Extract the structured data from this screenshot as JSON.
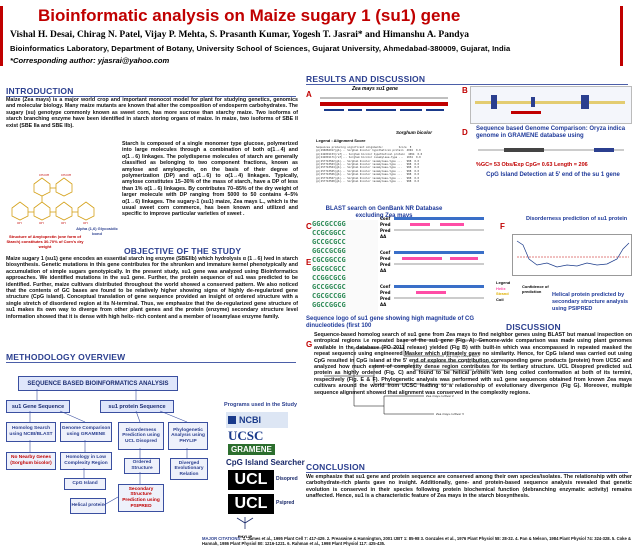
{
  "header": {
    "title": "Bioinformatic analysis on Maize sugary 1 (su1) gene",
    "authors": "Vishal H. Desai, Chirag N. Patel, Vijay P. Mehta, S. Prasanth Kumar, Yogesh T. Jasrai* and Himanshu A. Pandya",
    "affiliation": "Bioinformatics Laboratory, Department of Botany, University School of Sciences, Gujarat University, Ahmedabad-380009, Gujarat, India",
    "corresponding": "*Corresponding author: yjasrai@yahoo.com"
  },
  "introduction": {
    "heading": "INTRODUCTION",
    "para1": "Maize (Zea mays) is a major world crop and important monocot model for plant for studying genetics, genomics and molecular biology. Many maize mutants are known that alter the composition of endosperm carbohydrates. The sugary (su) genotype commonly known as sweet corn, has more sucrose than starchy maize. Two isoforms of starch branching enzyme have been identified in starch storing organs of maize. In maize, two isoforms of SBE II exist (SBE IIa and SBE IIb).",
    "para2": "Starch is composed of a single monomer type glucose, polymerized into large molecules through a combination of both α(1→4) and α(1→6) linkages. The polydisperse molecules of starch are generally classified as belonging to two component fractions, known as amylose and amylopectin, on the basis of their degree of polymerization (DP) and α(1→6) to α(1→4) linkages. Typically, amylose constitutes 15–30% of the mass of starch, have a DP of less than 1% α(1→6) linkages. By contributes 70–85% of the dry weight of larger molecule with DP ranging from 5000 to 50 contains 4–5% α(1→6) linkages. The sugary-1 (su1) maize, Zea mays L., which is the usual sweet corn commerce, has been known and utilized and specific to improve particular varieties of sweet .",
    "fig_caption1": "Structure of Amylopectin (one form of Starch) constitutes 30-70% of Corn's dry weight",
    "fig_caption2": "Alpha (1,6) Glycosidic bond"
  },
  "objective": {
    "heading": "OBJECTIVE OF THE STUDY",
    "para": "Maize sugary 1 (su1) gene encodes an essential starch ing enzyme (SBEIIb) which hydrolysis α (1→6) lved in starch biosynthesis. Genetic mutations in this gene contributes for the shrunken and immature kernel phenotypically and accumulation of simple sugars genotypically. In the present study, su1 gene was analyzed using Bioinformatics approaches. We identified mutations in the su1 gene. Further, the protein sequence of su1 was predicted to be identified. Further, maize cultivars distributed throughout the world showed a conserved pattern. We also noticed that the contents of GC bases are found to be relatively higher showing signs of highly de-regularized gene structure (CpG island). Conceptual translation of gene sequence provided an insight of ordered structure with a single stretch of disordered region at its N-terminal. Thus, we emphasize that the de-regularized gene structure of su1 makes its own way to diverge from other plant genes and the protein (enzyme) secondary structure level information showed that it is dense with high helix- rich content and a member of isoamylase enzyme family."
  },
  "methodology": {
    "heading": "METHODOLOGY OVERVIEW",
    "main_box": "SEQUENCE BASED BIOINFORMATICS ANALYSIS",
    "gene_seq": "su1 Gene Sequence",
    "protein_seq": "su1 protein Sequence",
    "homolog": "Homolog Search using NCBI/BLAST",
    "genome_comp": "Genome Comparison using GRAMENE",
    "no_gene": "No Nearby Genes (Sorghum bicolor)",
    "homology_low": "Homology in Low Complexity Region",
    "cpg": "CpG Island",
    "disorder": "Disorderness Prediction using UCL Disopred",
    "phylo": "Phylogenetic Analysis using PHYLIP",
    "ordered": "Ordered Structure",
    "diverged": "Diverged Evolutionary Relation",
    "helical": "Helical protein",
    "secondary": "Secondary Structure Prediction using PSIPRED",
    "programs_title": "Programs used in the Study",
    "logo_ncbi": "NCBI",
    "logo_ucsc": "UCSC",
    "logo_gramene": "GRAMENE",
    "logo_cpg": "CpG Island Searcher",
    "logo_disopred": "Disopred",
    "logo_psipred": "Psipred",
    "logo_phylip": "PHYLIP"
  },
  "results": {
    "heading": "RESULTS AND DISCUSSION",
    "label_a": "A",
    "label_b": "B",
    "label_c": "C",
    "label_d": "D",
    "label_e": "E",
    "label_f": "F",
    "label_g": "G",
    "gene_title": "Zea mays su1 gene",
    "sorghum": "Sorghum bicolor",
    "legend_text": "Legend : Alignment Score",
    "blast_caption": "BLAST search on GenBank NR Database excluding Zea mays",
    "d_caption": "Sequence based Genome Comparison: Oryza indica genome in GRAMENE database using",
    "cpg_stats": "%GC= 53   Obs/Exp CpG= 0.63   Length = 206",
    "cpg_caption": "CpG Island Detection at 5' end of the su 1 gene",
    "disorder_caption": "Disorderness prediction of su1 protein",
    "helical_caption": "Helical protein predicted by secondary structure analysis using PSIPRED",
    "seq_caption": "Sequence logo of su1 gene showing high magnitude of CG dinucleotides (first 100",
    "legend_label": "Legend",
    "coil": "Coil",
    "helix": "Helix",
    "strand": "Strand",
    "confidence": "Confidence of prediction",
    "pred": "Pred",
    "aa": "AA",
    "conf": "Conf"
  },
  "discussion": {
    "heading": "DISCUSSION",
    "para": "Sequence-based homolog search of su1 gene from Zea mays to find neighbor genes using BLAST but manual inspection on entropical regions i.e repeated base of the su1 gene (Fig. A). Genome-wide comparison was made using plant genomes available in the database (PO 2011 release) yielded (Fig B) with built-in which was encompassed in repeated masked the repeat sequence using engineered Masker which ultimately gave no similarity. Hence, for CpG island was carried out using CpG resulted in CpG island at the 5' end of explore the contribution corresponding gene products (protein) from UCSC and analyzed how much extent of complexity dense region contributes for its tertiary structure. UCL Disopred predicted su1 protein as highly ordered (Fig. C) and found to be helical protein with long coiled conformation at both of its termini, respectively (Fig. E & F). Phylogenetic analysis was performed with su1 gene sequences obtained from known Zea mays cultivars around the world from UCSC leading to a relationship of evolutionary divergence (Fig G). Moreover, multiple sequence alignment showed that alignment was conserved in the complexity regions."
  },
  "conclusion": {
    "heading": "CONCLUSION",
    "para": "We emphasize that su1 gene and protein sequence are conserved among their own species/isolates. The relationship with other carbohydrate-rich plants gave no insight. Additionally, gene- and protein-based sequence analysis revealed that genetic evolution is conserved in their species following protein biochemical function (debranching enzymatic activity) remains unaffected. Hence, su1 is a characteristic feature of Zea mays in the starch biosynthesis."
  },
  "citations": {
    "label": "MAJOR CITATIONS:",
    "text": "1. James et al., 1995 Plant Cell 7: 417-429. 2. Preaswine & Hannington, 2001 IJBT 1: 85-98 3. Gonzales et al., 1976 Plant Physiol 58: 28-32. 4. Pan & Nelson, 1984 Plant Physiol 74: 324-328. 5. Coke & Hannah, 1986 Plant Physiol 80: 1216-1221. 6. Rahman et al., 1998 Plant Physiol 117: 425-435."
  },
  "colors": {
    "title_red": "#c00000",
    "heading_blue": "#2b3f8f",
    "caption_blue": "#1f3a9a"
  }
}
